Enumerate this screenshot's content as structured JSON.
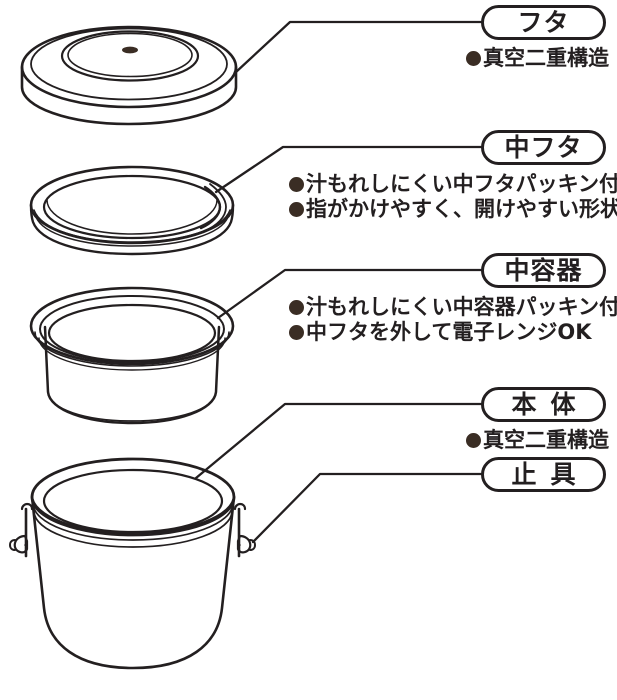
{
  "diagram": {
    "title": "Vacuum insulated lunch jar exploded parts diagram",
    "line_color": "#231f20",
    "bullet_color": "#3a2d24",
    "background": "#ffffff",
    "callouts": [
      {
        "id": "lid",
        "label": "フタ",
        "spaced": false,
        "features": [
          "真空二重構造"
        ],
        "part_name": "lid-illustration"
      },
      {
        "id": "inner-lid",
        "label": "中フタ",
        "spaced": false,
        "features": [
          "汁もれしにくい中フタパッキン付",
          "指がかけやすく、開けやすい形状"
        ],
        "part_name": "inner-lid-illustration"
      },
      {
        "id": "inner-container",
        "label": "中容器",
        "spaced": false,
        "features": [
          "汁もれしにくい中容器パッキン付",
          "中フタを外して電子レンジOK"
        ],
        "part_name": "inner-container-illustration"
      },
      {
        "id": "body",
        "label": "本体",
        "spaced": true,
        "features": [
          "真空二重構造"
        ],
        "part_name": "body-illustration"
      },
      {
        "id": "clasp",
        "label": "止具",
        "spaced": true,
        "features": [],
        "part_name": "clasp-illustration"
      }
    ]
  }
}
